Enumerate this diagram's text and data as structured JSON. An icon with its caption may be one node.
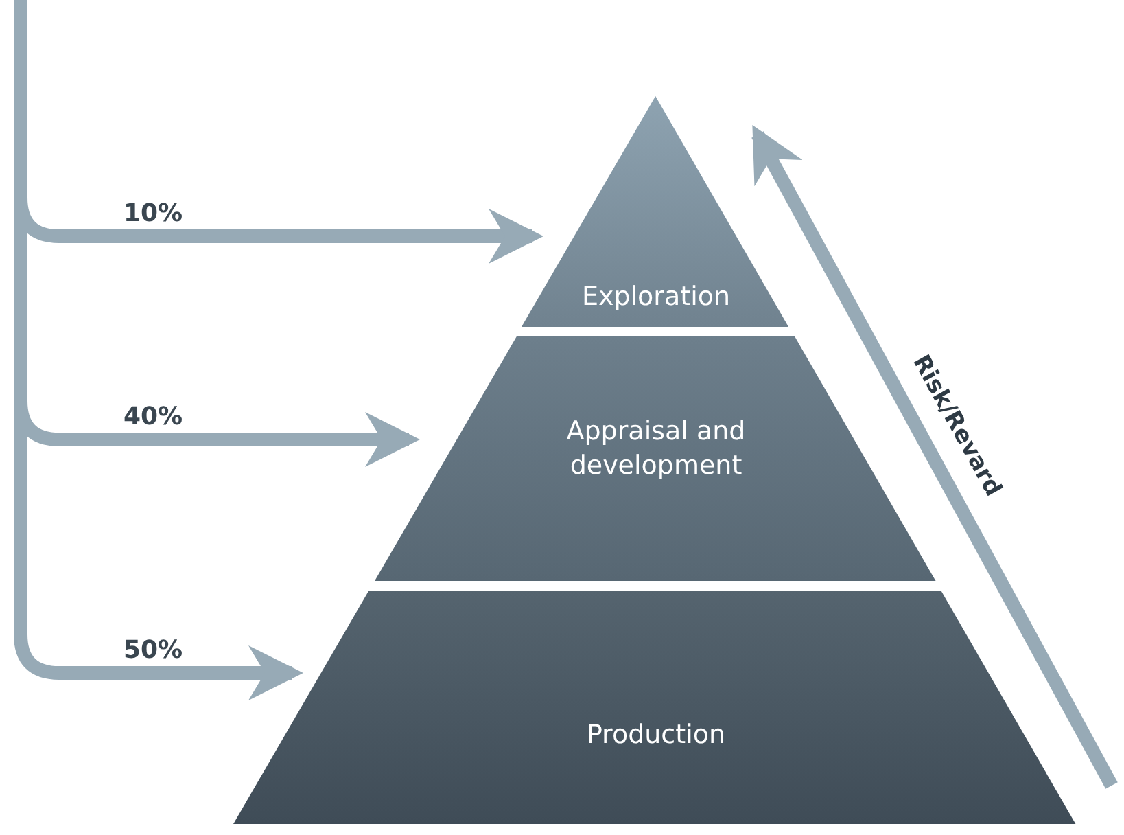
{
  "diagram": {
    "nodes": [
      {
        "text": [
          "Exploration"
        ]
      },
      {
        "text": [
          "Appraisal and development"
        ]
      },
      {
        "text": [
          "Production"
        ]
      }
    ],
    "edges": [
      {
        "from": null,
        "to": 0,
        "arrow": "to",
        "label": "10%"
      },
      {
        "from": null,
        "to": 1,
        "arrow": "to",
        "label": "40%"
      },
      {
        "from": null,
        "to": 2,
        "arrow": "to",
        "label": "50%"
      }
    ],
    "labels": [
      "Risk/Revard"
    ]
  }
}
